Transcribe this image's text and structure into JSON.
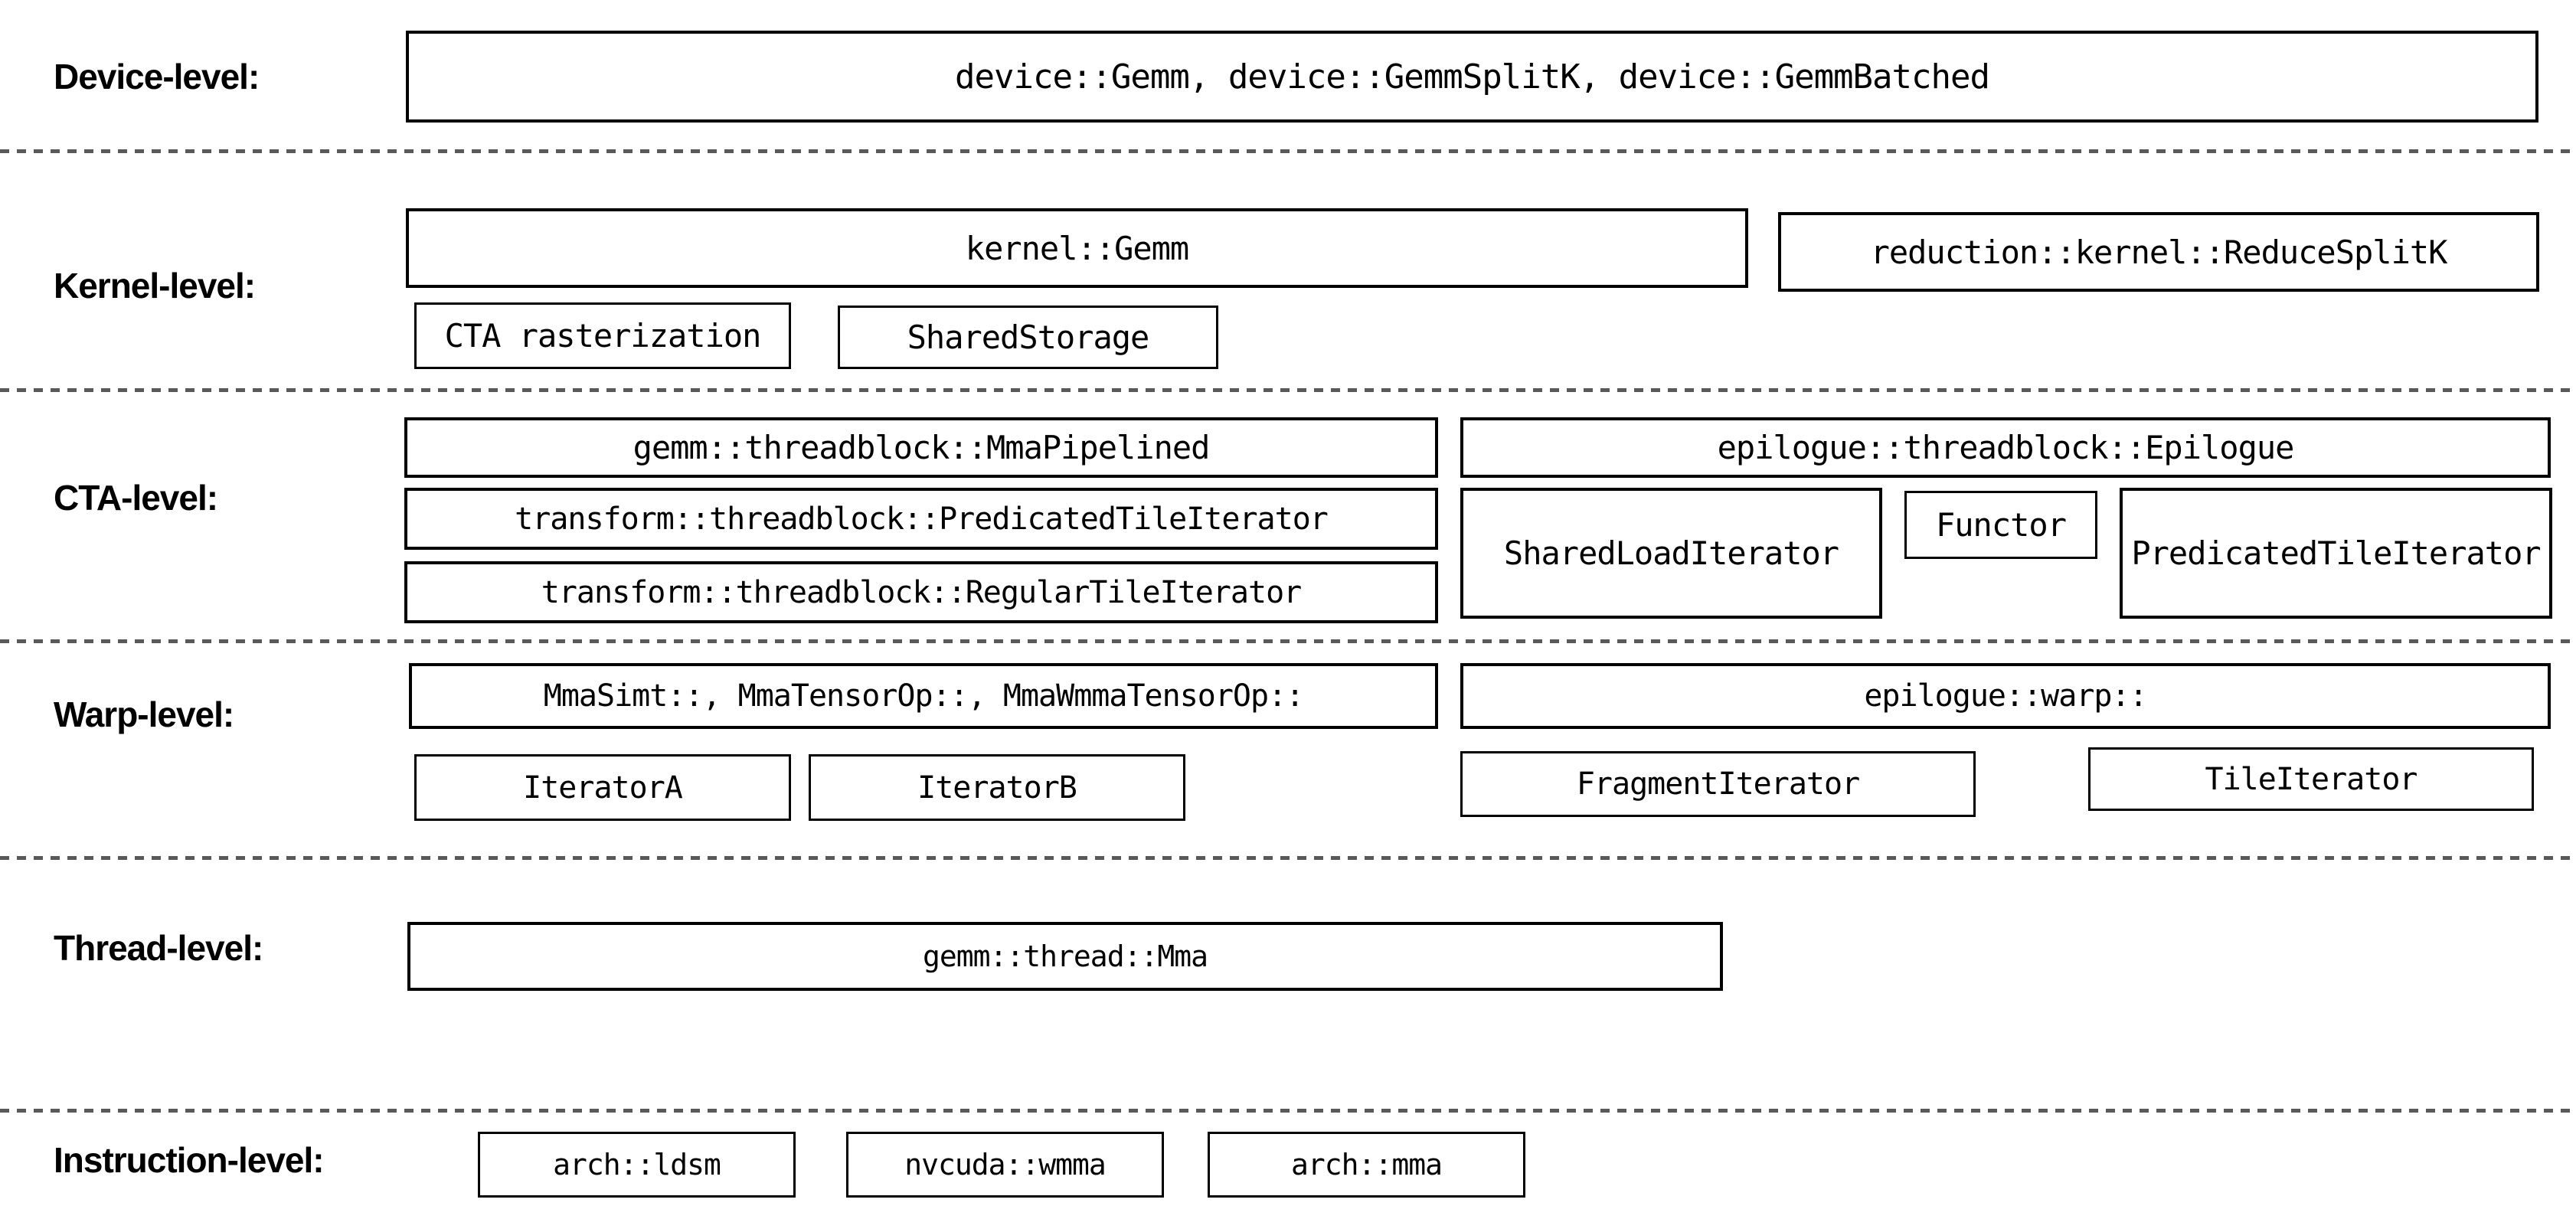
{
  "colors": {
    "background": "#ffffff",
    "box_border": "#000000",
    "text": "#000000",
    "separator": "#595959"
  },
  "levels": {
    "device": {
      "label": "Device-level:",
      "boxes": {
        "main": "device::Gemm, device::GemmSplitK, device::GemmBatched"
      }
    },
    "kernel": {
      "label": "Kernel-level:",
      "boxes": {
        "gemm": "kernel::Gemm",
        "reduce_splitk": "reduction::kernel::ReduceSplitK",
        "cta_rasterization": "CTA rasterization",
        "shared_storage": "SharedStorage"
      }
    },
    "cta": {
      "label": "CTA-level:",
      "boxes": {
        "mma_pipelined": "gemm::threadblock::MmaPipelined",
        "epilogue": "epilogue::threadblock::Epilogue",
        "predicated_tile_iterator": "transform::threadblock::PredicatedTileIterator",
        "regular_tile_iterator": "transform::threadblock::RegularTileIterator",
        "shared_load_iterator": "SharedLoadIterator",
        "functor": "Functor",
        "epilogue_predicated_tile_iterator": "PredicatedTileIterator"
      }
    },
    "warp": {
      "label": "Warp-level:",
      "boxes": {
        "mma": "MmaSimt::, MmaTensorOp::, MmaWmmaTensorOp::",
        "epilogue_warp": "epilogue::warp::",
        "iterator_a": "IteratorA",
        "iterator_b": "IteratorB",
        "fragment_iterator": "FragmentIterator",
        "tile_iterator": "TileIterator"
      }
    },
    "thread": {
      "label": "Thread-level:",
      "boxes": {
        "mma": "gemm::thread::Mma"
      }
    },
    "instruction": {
      "label": "Instruction-level:",
      "boxes": {
        "ldsm": "arch::ldsm",
        "wmma": "nvcuda::wmma",
        "mma": "arch::mma"
      }
    }
  }
}
